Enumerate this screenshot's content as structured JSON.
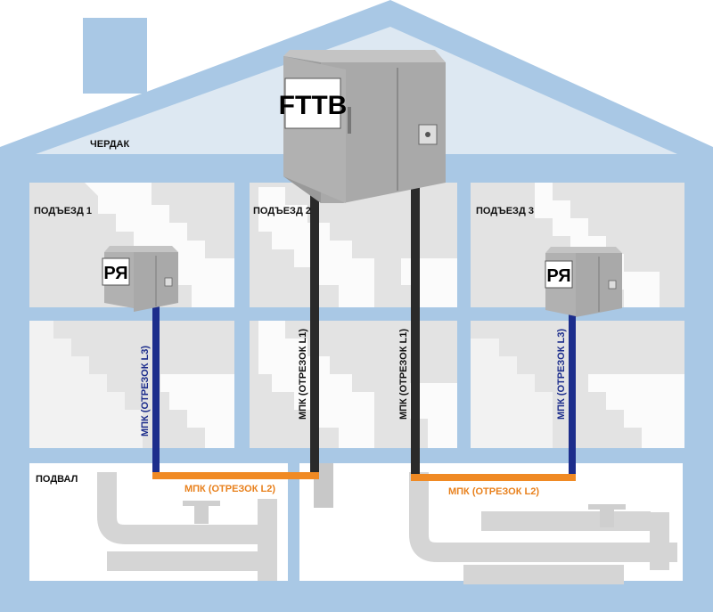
{
  "labels": {
    "attic": "ЧЕРДАК",
    "entrance_1": "ПОДЪЕЗД 1",
    "entrance_2": "ПОДЪЕЗД 2",
    "entrance_3": "ПОДЪЕЗД 3",
    "basement": "ПОДВАЛ"
  },
  "equipment": {
    "main_box": "FTTB",
    "floor_box_1": "РЯ",
    "floor_box_3": "РЯ"
  },
  "cables": {
    "l1_left": "МПК (ОТРЕЗОК L1)",
    "l1_right": "МПК (ОТРЕЗОК L1)",
    "l2_left": "МПК (ОТРЕЗОК L2)",
    "l2_right": "МПК (ОТРЕЗОК L2)",
    "l3_left": "МПК (ОТРЕЗОК L3)",
    "l3_right": "МПК (ОТРЕЗОК L3)"
  },
  "colors": {
    "house_frame": "#a9c8e5",
    "house_fill": "#dde8f2",
    "room_fill": "#e3e3e3",
    "stairs": "#ffffff",
    "cable_l1": "#2a2a2a",
    "cable_l2": "#f08a24",
    "cable_l3": "#1c2d8c",
    "cable_l2_text": "#e8801c",
    "cable_l3_text": "#1c2d8c",
    "box_front": "#a7a7a7",
    "box_side": "#8e8e8e",
    "box_top": "#c4c4c4",
    "pipes": "#d5d5d5"
  }
}
